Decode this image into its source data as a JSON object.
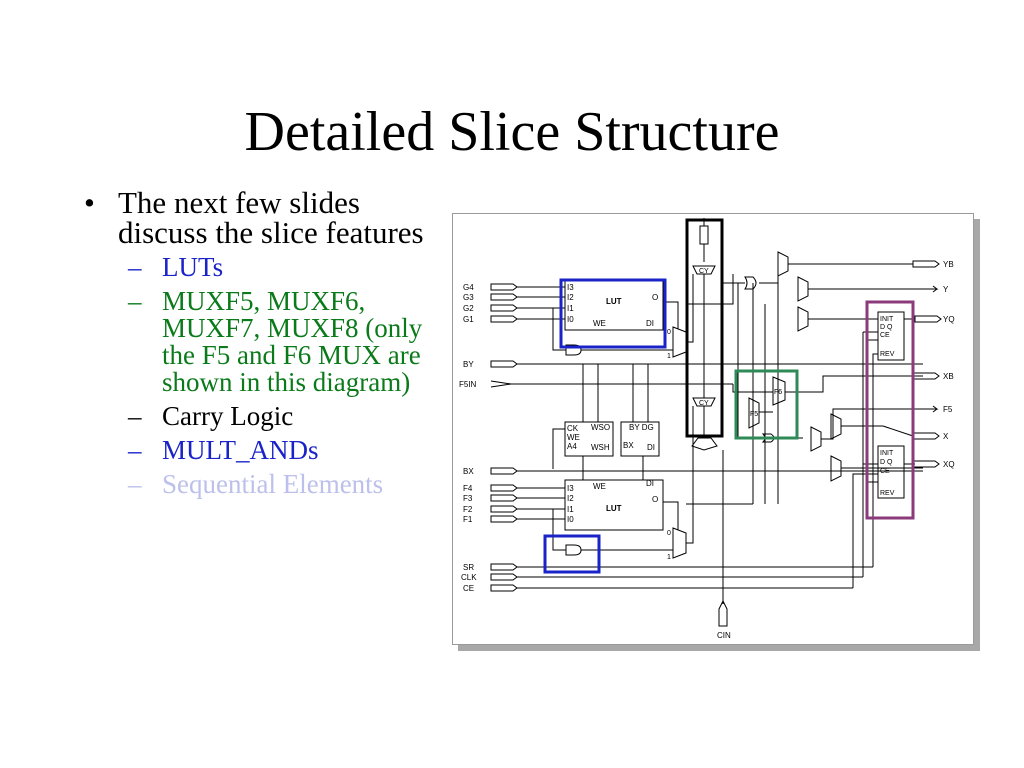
{
  "slide": {
    "title": "Detailed Slice Structure",
    "bullet": {
      "marker": "•",
      "text": "The next few slides discuss the slice features",
      "sub_marker": "–",
      "subitems": [
        {
          "text": "LUTs",
          "color": "#1a23c8"
        },
        {
          "text": "MUXF5, MUXF6, MUXF7, MUXF8 (only the F5 and F6 MUX are shown in this diagram)",
          "color": "#0a7a1a"
        },
        {
          "text": "Carry Logic",
          "color": "#000000"
        },
        {
          "text": "MULT_ANDs",
          "color": "#1a23c8"
        },
        {
          "text": "Sequential Elements",
          "color": "#bcc0ea"
        }
      ]
    }
  },
  "diagram": {
    "highlight_colors": {
      "luts": "#1a23c8",
      "carry": "#000000",
      "muxf": "#2e8b57",
      "mult_and": "#1a23c8",
      "sequential": "#8b3a7a"
    },
    "inputs_top": [
      "G4",
      "G3",
      "G2",
      "G1"
    ],
    "input_by": "BY",
    "input_f5in": "F5IN",
    "input_bx": "BX",
    "inputs_bottom": [
      "F4",
      "F3",
      "F2",
      "F1"
    ],
    "inputs_ctrl": [
      "SR",
      "CLK",
      "CE"
    ],
    "cin": "CIN",
    "lut_top": {
      "label": "LUT",
      "ports": [
        "I3",
        "I2",
        "I1",
        "I0"
      ],
      "out": "O",
      "we": "WE",
      "di": "DI"
    },
    "lut_bottom": {
      "label": "LUT",
      "ports": [
        "I3",
        "I2",
        "I1",
        "I0"
      ],
      "out": "O",
      "we": "WE",
      "di": "DI"
    },
    "ram_ctrl_left": {
      "lines": [
        "CK",
        "WE",
        "A4"
      ],
      "wso": "WSO",
      "wsh": "WSH"
    },
    "ram_ctrl_right": {
      "top": "BY DG",
      "bx": "BX",
      "di": "DI"
    },
    "carry_label": "CY",
    "f5_label": "F5",
    "f6_label": "F6",
    "mux_0": "0",
    "mux_1": "1",
    "ff_top": {
      "init": "INIT",
      "dq": "D  Q",
      "ce": "CE",
      "rev": "REV"
    },
    "ff_bottom": {
      "init": "INIT",
      "dq": "D  Q",
      "ce": "CE",
      "rev": "REV"
    },
    "outputs": [
      "YB",
      "Y",
      "YQ",
      "XB",
      "F5",
      "X",
      "XQ"
    ]
  }
}
